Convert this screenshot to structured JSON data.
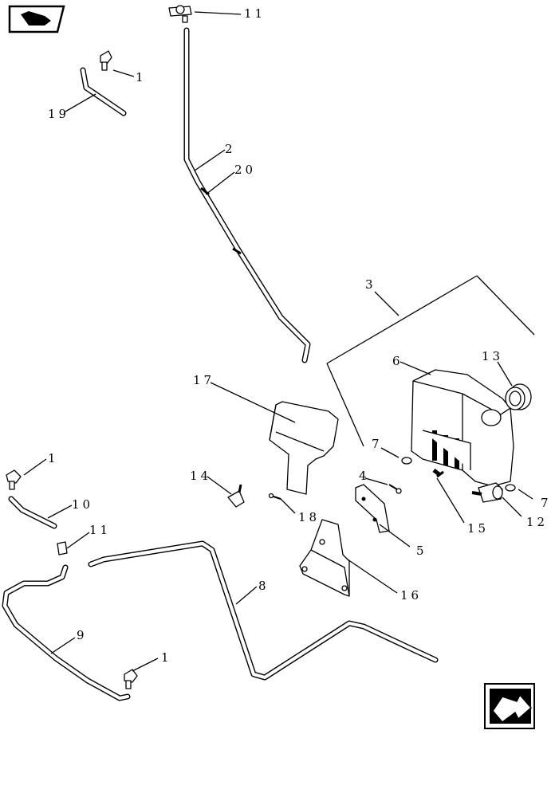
{
  "callouts": [
    {
      "id": "c11a",
      "text": "11"
    },
    {
      "id": "c1a",
      "text": "1"
    },
    {
      "id": "c19",
      "text": "19"
    },
    {
      "id": "c2",
      "text": "2"
    },
    {
      "id": "c20",
      "text": "20"
    },
    {
      "id": "c3",
      "text": "3"
    },
    {
      "id": "c13",
      "text": "13"
    },
    {
      "id": "c6",
      "text": "6"
    },
    {
      "id": "c17",
      "text": "17"
    },
    {
      "id": "c7a",
      "text": "7"
    },
    {
      "id": "c4",
      "text": "4"
    },
    {
      "id": "c14",
      "text": "14"
    },
    {
      "id": "c7b",
      "text": "7"
    },
    {
      "id": "c18",
      "text": "18"
    },
    {
      "id": "c15",
      "text": "15"
    },
    {
      "id": "c12",
      "text": "12"
    },
    {
      "id": "c1b",
      "text": "1"
    },
    {
      "id": "c10",
      "text": "10"
    },
    {
      "id": "c5",
      "text": "5"
    },
    {
      "id": "c11b",
      "text": "11"
    },
    {
      "id": "c16",
      "text": "16"
    },
    {
      "id": "c8",
      "text": "8"
    },
    {
      "id": "c9",
      "text": "9"
    },
    {
      "id": "c1c",
      "text": "1"
    }
  ],
  "icons": {
    "top_left": "previous-page-icon",
    "bottom_right": "next-page-icon"
  }
}
